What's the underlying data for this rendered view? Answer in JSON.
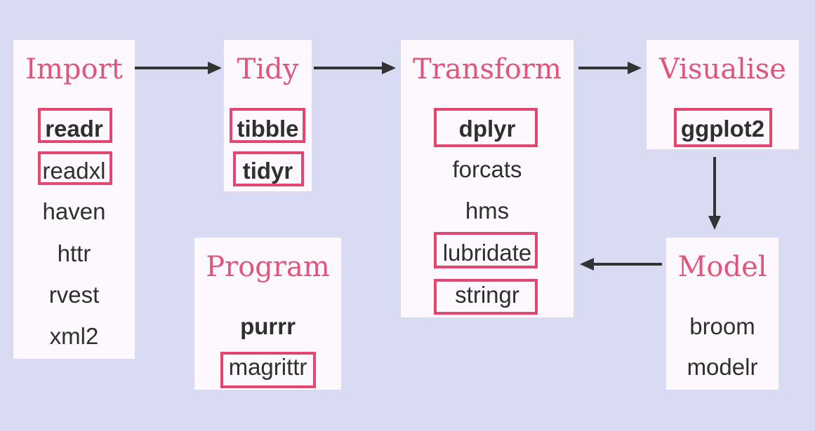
{
  "stages": {
    "import": {
      "title": "Import",
      "packages": [
        "readr",
        "readxl",
        "haven",
        "httr",
        "rvest",
        "xml2"
      ]
    },
    "tidy": {
      "title": "Tidy",
      "packages": [
        "tibble",
        "tidyr"
      ]
    },
    "transform": {
      "title": "Transform",
      "packages": [
        "dplyr",
        "forcats",
        "hms",
        "lubridate",
        "stringr"
      ]
    },
    "visualise": {
      "title": "Visualise",
      "packages": [
        "ggplot2"
      ]
    },
    "model": {
      "title": "Model",
      "packages": [
        "broom",
        "modelr"
      ]
    },
    "program": {
      "title": "Program",
      "packages": [
        "purrr",
        "magrittr"
      ]
    }
  },
  "colors": {
    "background": "#d8dbf1",
    "box": "#fdf8fd",
    "title": "#e0567a",
    "highlight": "#e4466f",
    "text": "#2f2f2f",
    "arrow": "#333333"
  }
}
